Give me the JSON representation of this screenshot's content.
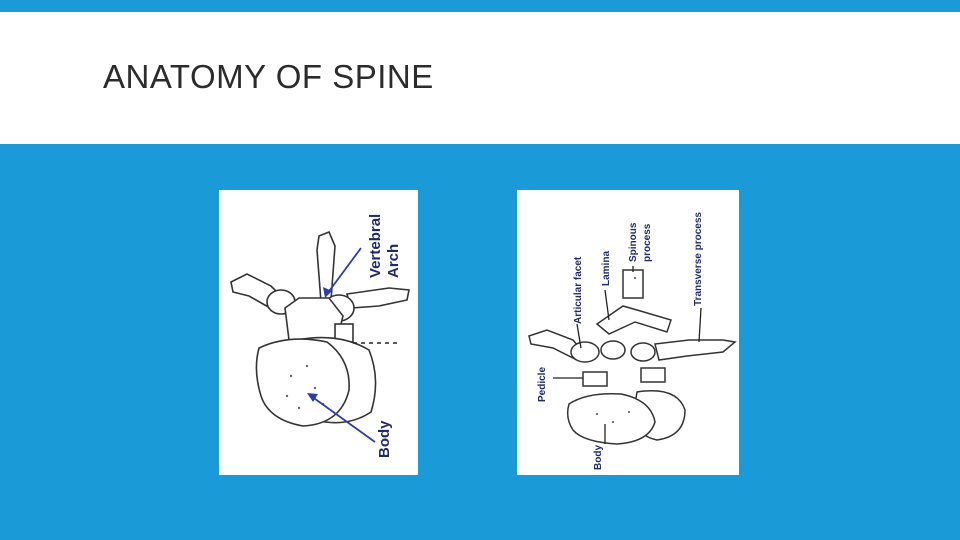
{
  "slide": {
    "title": "ANATOMY OF SPINE",
    "colors": {
      "accent": "#1a9bd7",
      "label": "#1f2a6b",
      "arrow": "#2a3fa8"
    }
  },
  "figure_left": {
    "labels": {
      "vertebral": "Vertebral",
      "arch": "Arch",
      "body": "Body"
    }
  },
  "figure_right": {
    "labels": {
      "articular_facet": "Articular facet",
      "lamina": "Lamina",
      "spinous": "Spinous",
      "process": "process",
      "transverse_process": "Transverse process",
      "pedicle": "Pedicle",
      "body": "Body"
    }
  }
}
